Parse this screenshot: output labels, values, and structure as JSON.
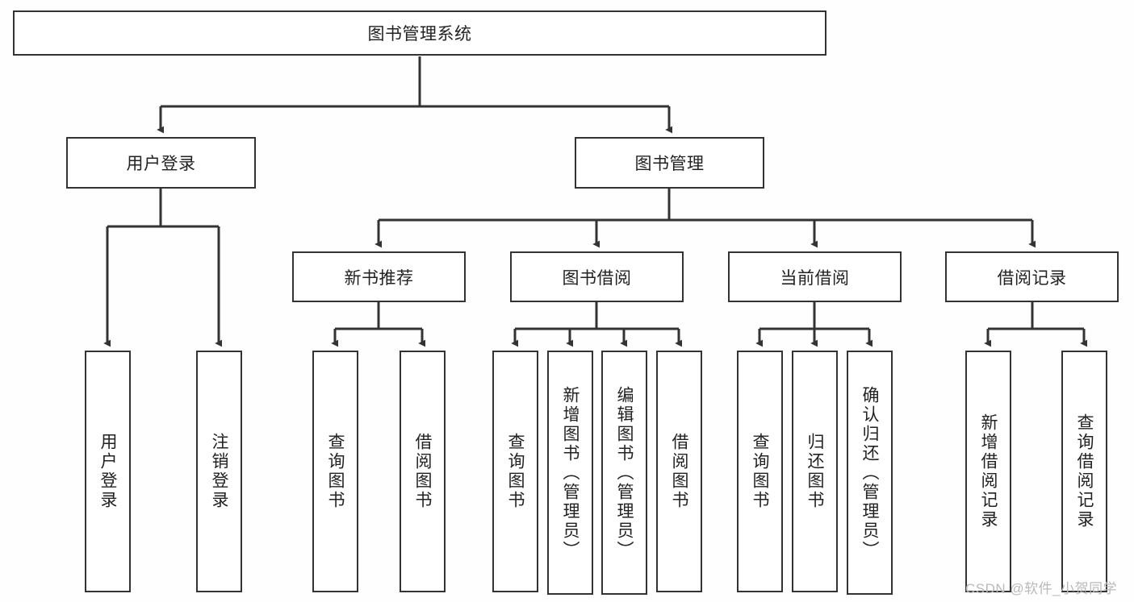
{
  "diagram": {
    "title": "图书管理系统",
    "type": "tree-hierarchy",
    "root": {
      "label": "图书管理系统"
    },
    "level2": [
      {
        "label": "用户登录"
      },
      {
        "label": "图书管理"
      }
    ],
    "level3": [
      {
        "label": "新书推荐"
      },
      {
        "label": "图书借阅"
      },
      {
        "label": "当前借阅"
      },
      {
        "label": "借阅记录"
      }
    ],
    "leaves": {
      "user_login": [
        {
          "label": "用户登录"
        },
        {
          "label": "注销登录"
        }
      ],
      "new_book_recommend": [
        {
          "label": "查询图书"
        },
        {
          "label": "借阅图书"
        }
      ],
      "book_borrow": [
        {
          "label": "查询图书"
        },
        {
          "label": "新增图书（管理员）"
        },
        {
          "label": "编辑图书（管理员）"
        },
        {
          "label": "借阅图书"
        }
      ],
      "current_borrow": [
        {
          "label": "查询图书"
        },
        {
          "label": "归还图书"
        },
        {
          "label": "确认归还（管理员）"
        }
      ],
      "borrow_record": [
        {
          "label": "新增借阅记录"
        },
        {
          "label": "查询借阅记录"
        }
      ]
    }
  },
  "watermark": {
    "text": "CSDN @软件_小贺同学"
  },
  "colors": {
    "line": "#333333",
    "box_fill": "#ffffff",
    "text": "#222222",
    "background": "#fefefe",
    "watermark": "#b9b9b9"
  }
}
